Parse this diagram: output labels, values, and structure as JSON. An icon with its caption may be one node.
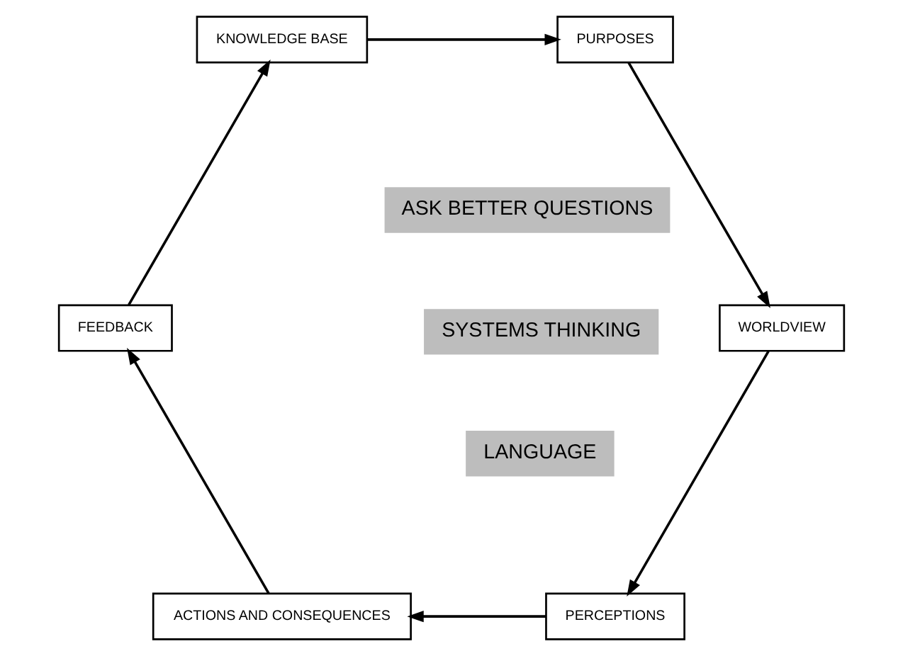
{
  "diagram": {
    "nodes": [
      {
        "text": [
          "PERCEPTIONS"
        ]
      },
      {
        "text": [
          "ACTIONS AND CONSEQUENCES"
        ]
      },
      {
        "text": [
          "FEEDBACK"
        ]
      },
      {
        "text": [
          "KNOWLEDGE BASE"
        ]
      },
      {
        "text": [
          "PURPOSES"
        ]
      },
      {
        "text": [
          "WORLDVIEW"
        ]
      }
    ],
    "edges": [
      {
        "from": 0,
        "to": 1,
        "arrow": "to"
      },
      {
        "from": 1,
        "to": 2,
        "arrow": "to"
      },
      {
        "from": 2,
        "to": 3,
        "arrow": "to"
      },
      {
        "from": 3,
        "to": 4,
        "arrow": "to"
      },
      {
        "from": 4,
        "to": 5,
        "arrow": "to"
      },
      {
        "from": 5,
        "to": 0,
        "arrow": "to"
      }
    ],
    "labels": [
      "ASK BETTER QUESTIONS",
      "SYSTEMS THINKING",
      "LANGUAGE"
    ]
  }
}
